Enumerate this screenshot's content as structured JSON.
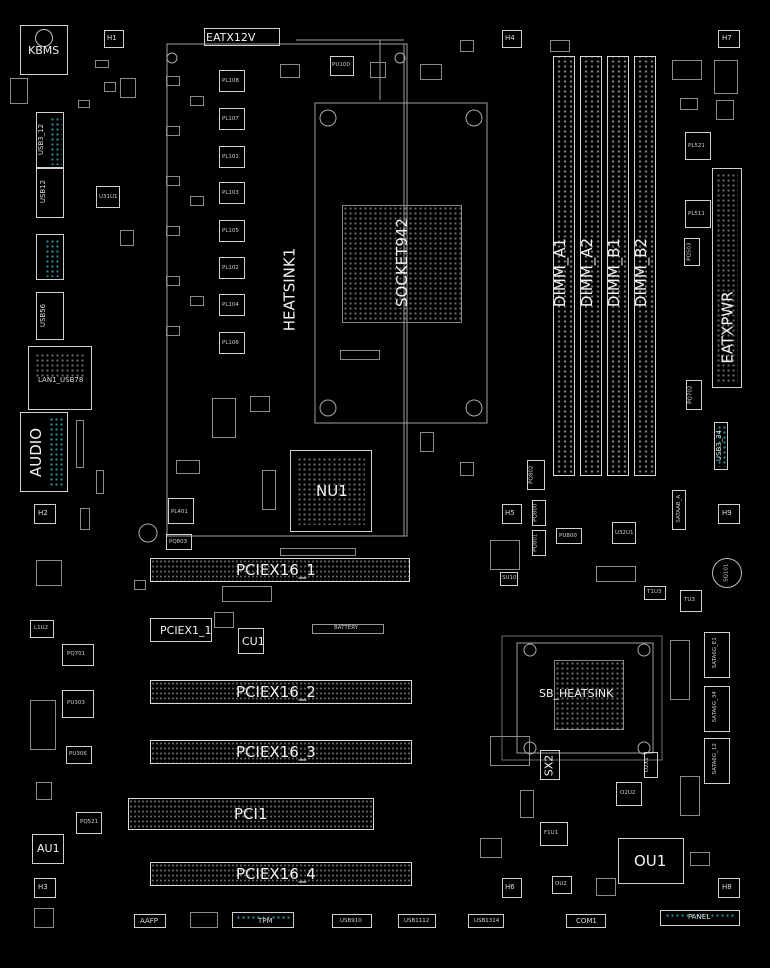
{
  "labels": {
    "kbms": "KBMS",
    "h1": "H1",
    "eatx12v": "EATX12V",
    "h4": "H4",
    "h7": "H7",
    "pu100": "PU100",
    "pl108": "PL108",
    "pl107": "PL107",
    "pl101": "PL101",
    "pl103": "PL103",
    "pl105": "PL105",
    "pl102": "PL102",
    "pl104": "PL104",
    "pl106": "PL106",
    "usb3_12": "USB3_12",
    "usb12": "USB12",
    "u31u1": "U31U1",
    "usb56": "USB56",
    "lan1_usb78": "LAN1_USB78",
    "audio": "AUDIO",
    "h2": "H2",
    "heatsink1": "HEATSINK1",
    "socket942": "SOCKET942",
    "dimm_a1": "DIMM_A1",
    "dimm_a2": "DIMM_A2",
    "dimm_b1": "DIMM_B1",
    "dimm_b2": "DIMM_B2",
    "pl521": "PL521",
    "pl511": "PL511",
    "pq503": "PQ503",
    "eatxpwr": "EATXPWR",
    "pq702": "PQ702",
    "usb3_34": "USB3_34",
    "nu1": "NU1",
    "pl401": "PL401",
    "pq803": "PQ803",
    "pq802": "PQ802",
    "h5": "H5",
    "pq800": "PQ800",
    "pq801": "PQ801",
    "pu800": "PU800",
    "u32u1": "U32U1",
    "sataab_a": "SATAAB_A",
    "h9": "H9",
    "su10": "SU10",
    "t1u3": "T1U3",
    "tu3": "TU3",
    "sq101": "SQ101",
    "pciex16_1": "PCIEX16_1",
    "pciex1_1": "PCIEX1_1",
    "cu1": "CU1",
    "battery": "BATTERY",
    "l1u2": "L1U2",
    "pq701": "PQ701",
    "pu303": "PU303",
    "pu306": "PU306",
    "pciex16_2": "PCIEX16_2",
    "sb_heatsink": "SB_HEATSINK",
    "sata6g_e1": "SATA6G_E1",
    "sata6g_34": "SATA6G_34",
    "sata6g_12": "SATA6G_12",
    "pciex16_3": "PCIEX16_3",
    "sx2": "SX2",
    "o2x1": "O2X1",
    "o2u2": "O2U2",
    "pq521": "PQ521",
    "au1": "AU1",
    "pci1": "PCI1",
    "f1u1": "F1U1",
    "ou1": "OU1",
    "h3": "H3",
    "pciex16_4": "PCIEX16_4",
    "h6": "H6",
    "ou2": "OU2",
    "h8": "H8",
    "aafp": "AAFP",
    "tpm": "TPM",
    "usb910": "USB910",
    "usb1112": "USB1112",
    "usb1314": "USB1314",
    "com1": "COM1",
    "panel": "PANEL"
  }
}
